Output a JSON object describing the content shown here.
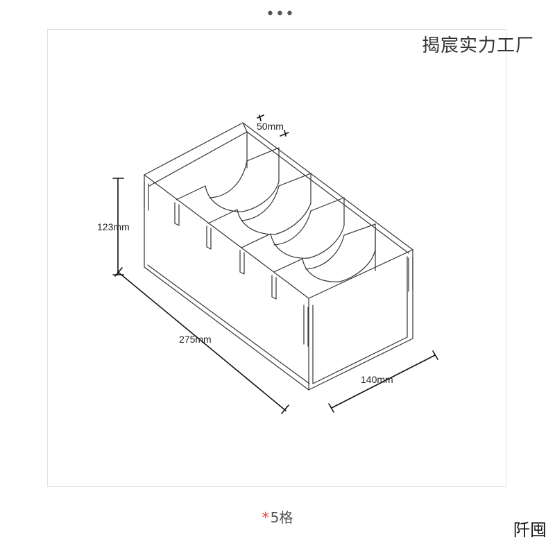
{
  "header": {
    "more_icon": "more-dots-icon"
  },
  "brand": {
    "text": "揭宸实力工厂"
  },
  "dimensions": {
    "slot_width": "50mm",
    "height": "123mm",
    "length": "275mm",
    "width": "140mm"
  },
  "caption": {
    "star": "*",
    "text": "5格"
  },
  "corner_text": "阡囤",
  "colors": {
    "accent_star": "#e14a3a",
    "line": "#333333",
    "frame": "#e2e2e2"
  }
}
